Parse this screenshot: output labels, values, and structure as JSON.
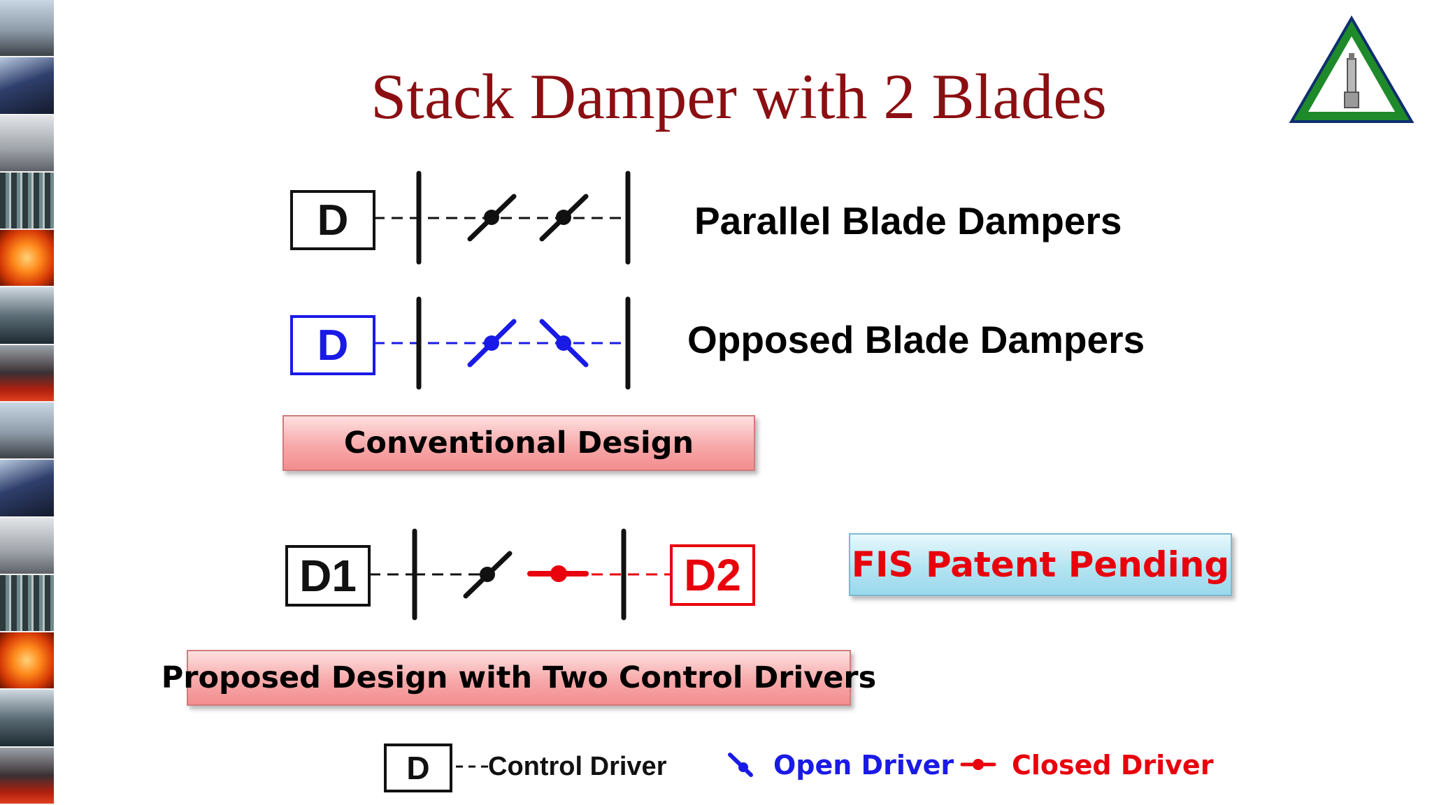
{
  "title": "Stack Damper with 2 Blades",
  "rows": {
    "parallel": {
      "driver": "D",
      "label": "Parallel Blade Dampers"
    },
    "opposed": {
      "driver": "D",
      "label": "Opposed Blade Dampers"
    },
    "proposed": {
      "driver_left": "D1",
      "driver_right": "D2"
    }
  },
  "banners": {
    "conventional": "Conventional Design",
    "proposed": "Proposed Design with Two Control Drivers",
    "patent": "FIS Patent Pending"
  },
  "legend": {
    "driver_box": "D",
    "control_driver": "Control Driver",
    "open_driver": "Open Driver",
    "closed_driver": "Closed Driver"
  },
  "colors": {
    "title": "#8b0f12",
    "black": "#111111",
    "blue": "#1a1ae6",
    "red": "#e8000c"
  },
  "icons": {
    "logo": "triangle-stack-logo",
    "open_driver": "diagonal-blade-icon",
    "closed_driver": "horizontal-blade-icon"
  }
}
